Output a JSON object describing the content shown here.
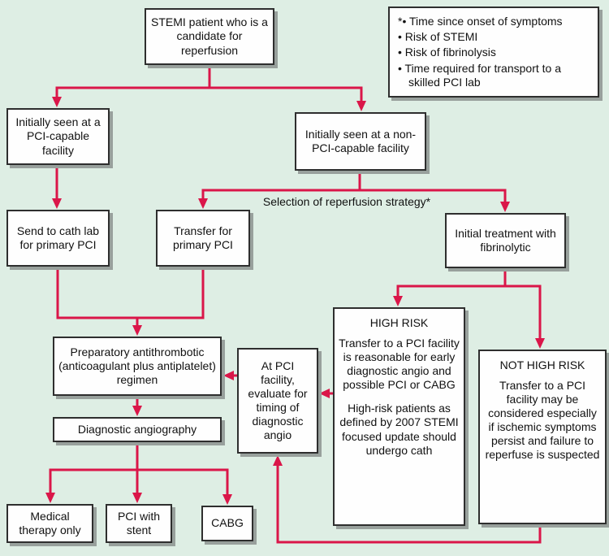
{
  "colors": {
    "background": "#deeee4",
    "arrow": "#da1649",
    "box_fill": "#fefefe",
    "box_border": "#2e2e2e",
    "box_shadow": "#98a09c",
    "text": "#111111"
  },
  "nodes": {
    "stemi": "STEMI patient who is a candidate for reperfusion",
    "seen_pci_capable": "Initially seen at a PCI-capable facility",
    "seen_non_pci_capable": "Initially seen at a non-PCI-capable facility",
    "send_cath_lab": "Send to cath lab for primary PCI",
    "transfer_primary_pci": "Transfer for primary PCI",
    "initial_fibrinolytic": "Initial treatment with fibrinolytic",
    "preparatory": "Preparatory antithrombotic (anticoagulant plus antiplatelet) regimen",
    "diagnostic_angiography": "Diagnostic angiography",
    "at_pci_evaluate": "At PCI facility, evaluate for timing of diagnostic angio",
    "medical_therapy": "Medical therapy only",
    "pci_with_stent": "PCI with stent",
    "cabg": "CABG",
    "high_risk": {
      "title": "HIGH RISK",
      "para1": "Transfer to a PCI facility is reasonable for early diagnostic angio and possible PCI or CABG",
      "para2": "High-risk patients as defined by 2007 STEMI focused update should undergo cath"
    },
    "not_high_risk": {
      "title": "NOT HIGH RISK",
      "para": "Transfer to a PCI facility may be considered especially if ischemic symptoms persist and failure to reperfuse is suspected"
    }
  },
  "criteria": {
    "items": [
      "*• Time since onset of symptoms",
      "• Risk of STEMI",
      "• Risk of fibrinolysis",
      "• Time required for transport to a skilled PCI lab"
    ]
  },
  "labels": {
    "selection": "Selection of reperfusion strategy*"
  }
}
